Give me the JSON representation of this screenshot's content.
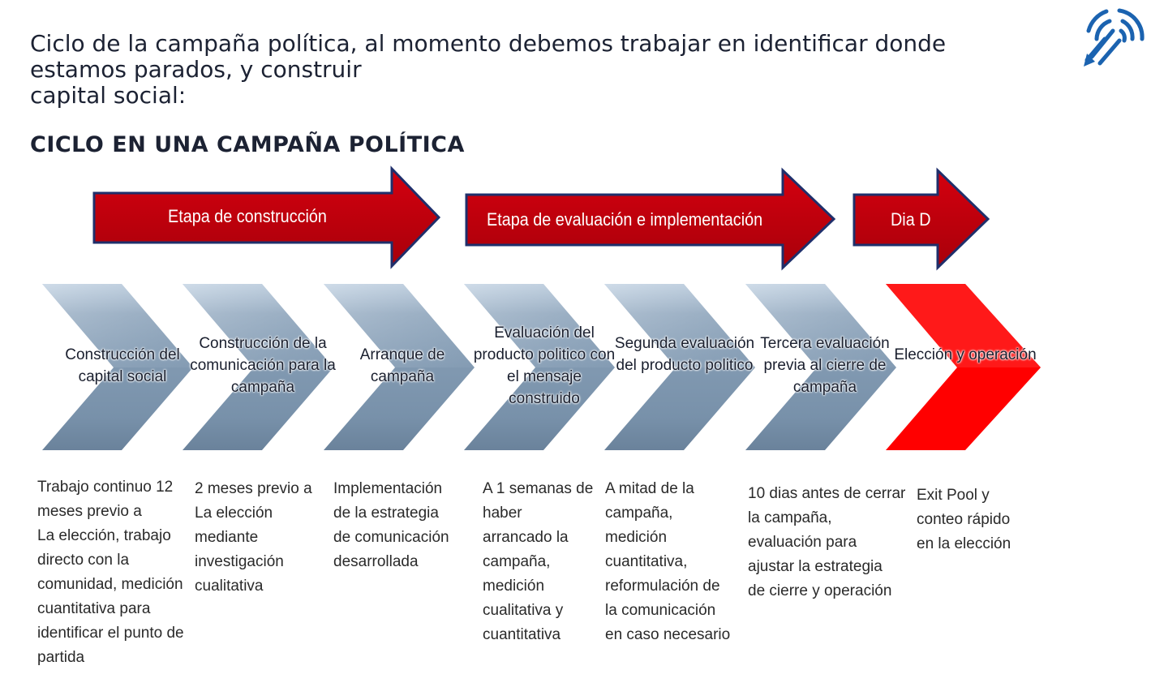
{
  "intro": {
    "line1": "Ciclo de la campaña política, al momento debemos trabajar en identificar donde",
    "line2": "estamos parados, y construir",
    "line3": "capital social:"
  },
  "title": "CICLO EN UNA CAMPAÑA POLÍTICA",
  "colors": {
    "stage_fill": "#c0000b",
    "stage_border": "#1f2f6b",
    "chevron_fill": "#7f97ae",
    "chevron_highlight": "#c9d6e3",
    "chevron_final": "#ff0000"
  },
  "logo_icon": "fingerprint-arrow-icon",
  "stages": [
    {
      "label": "Etapa de construcción"
    },
    {
      "label": "Etapa de evaluación  e implementación"
    },
    {
      "label": "Dia D"
    }
  ],
  "steps": [
    {
      "label": "Construcción del capital social",
      "desc": "Trabajo continuo 12\nmeses previo a\nLa elección, trabajo\ndirecto con la\ncomunidad, medición\ncuantitativa para\nidentificar el punto de\npartida"
    },
    {
      "label": "Construcción de la comunicación para la campaña",
      "desc": "2 meses previo a\nLa elección\nmediante\ninvestigación\ncualitativa"
    },
    {
      "label": "Arranque de campaña",
      "desc": "Implementación\nde la estrategia\nde comunicación\ndesarrollada"
    },
    {
      "label": "Evaluación del producto politico con el mensaje construido",
      "desc": "A 1 semanas de\nhaber\narrancado la\ncampaña,\nmedición\ncualitativa y\ncuantitativa"
    },
    {
      "label": "Segunda evaluación del producto politico",
      "desc": "A mitad de la\ncampaña,\nmedición\ncuantitativa,\nreformulación de\nla comunicación\nen caso necesario"
    },
    {
      "label": "Tercera evaluación previa al cierre de campaña",
      "desc": "10 dias antes de cerrar\nla campaña,\nevaluación para\najustar la estrategia\nde cierre y operación"
    },
    {
      "label": "Elección y operación",
      "desc": "Exit Pool y\nconteo rápido\nen la elección"
    }
  ]
}
